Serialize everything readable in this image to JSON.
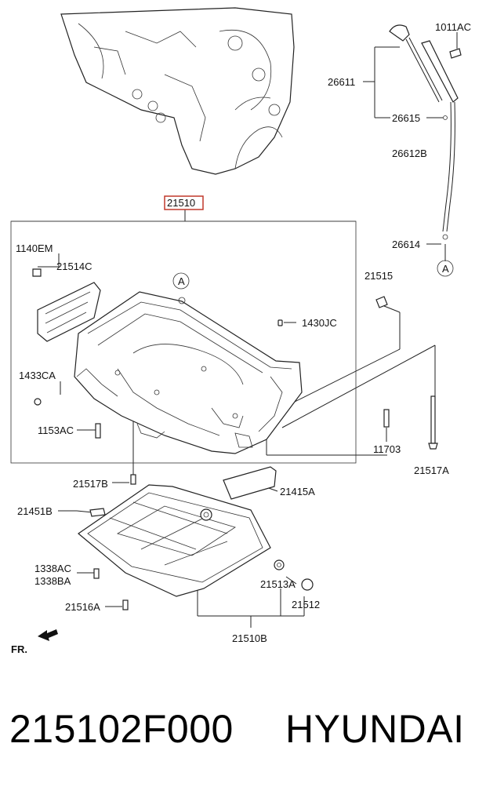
{
  "diagram": {
    "main_part": "21510",
    "labels": {
      "l1011AC": "1011AC",
      "l26611": "26611",
      "l26615": "26615",
      "l26612B": "26612B",
      "l26614": "26614",
      "l1140EM": "1140EM",
      "l21514C": "21514C",
      "l1430JC": "1430JC",
      "l21515": "21515",
      "l1433CA": "1433CA",
      "l1153AC": "1153AC",
      "l11703": "11703",
      "l21517A": "21517A",
      "l21517B": "21517B",
      "l21415A": "21415A",
      "l21451B": "21451B",
      "l1338AC": "1338AC",
      "l1338BA": "1338BA",
      "l21513A": "21513A",
      "l21512": "21512",
      "l21516A": "21516A",
      "l21510B": "21510B",
      "markerA": "A",
      "fr": "FR."
    }
  },
  "footer": {
    "part_number": "215102F000",
    "brand": "HYUNDAI"
  },
  "colors": {
    "highlight_box": "#c0392b",
    "line": "#222222"
  }
}
